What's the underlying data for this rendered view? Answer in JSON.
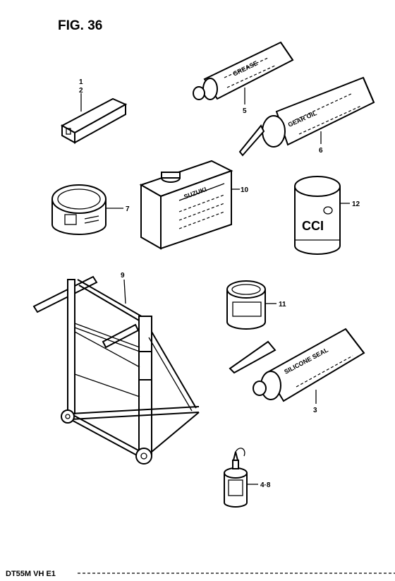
{
  "figure_title": "FIG. 36",
  "footer_code": "DT55M VH E1",
  "callouts": {
    "part_1": "1",
    "part_2": "2",
    "part_3": "3",
    "part_4_8": "4·8",
    "part_5": "5",
    "part_6": "6",
    "part_7": "7",
    "part_9": "9",
    "part_10": "10",
    "part_11": "11",
    "part_12": "12"
  },
  "product_labels": {
    "grease_tube": "GREASE",
    "gear_oil_tube": "GEAR OIL",
    "bond_tube": "SILICONE SEAL",
    "oil_can_brand": "SUZUKI",
    "spray_can": "CCI"
  }
}
